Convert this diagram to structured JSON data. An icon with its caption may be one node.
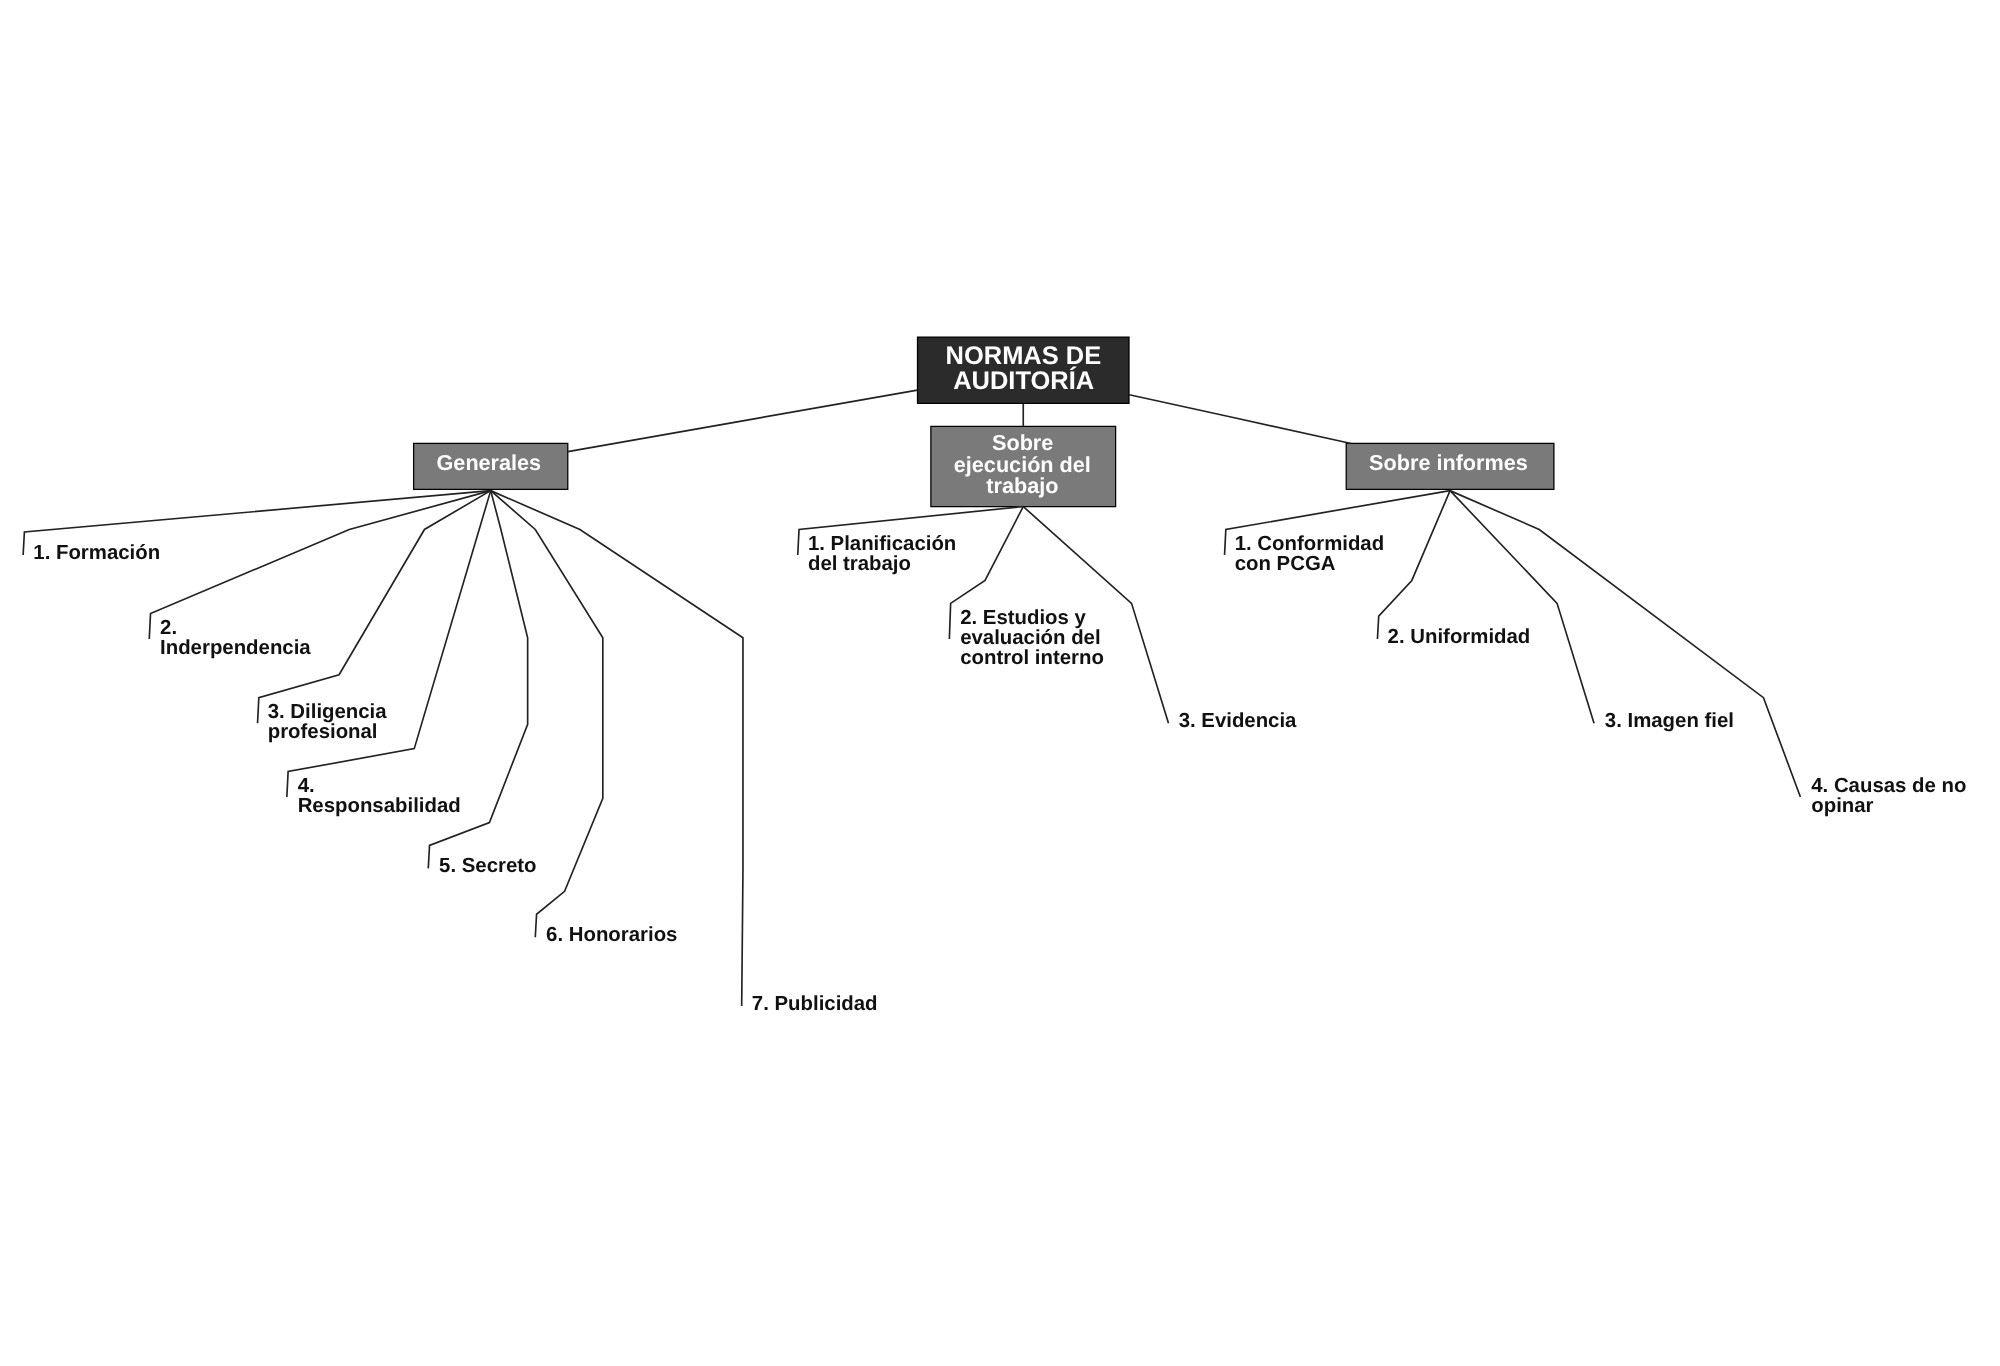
{
  "diagram": {
    "nodes": [
      {
        "text": [
          "NORMAS DE AUDITORÍA"
        ]
      },
      {
        "text": [
          "Generales"
        ]
      },
      {
        "text": [
          "Sobre ejecución del trabajo"
        ]
      },
      {
        "text": [
          "Sobre informes"
        ]
      },
      {
        "text": [
          "1. Formación"
        ]
      },
      {
        "text": [
          "2. Inderpendencia"
        ]
      },
      {
        "text": [
          "3. Diligencia profesional"
        ]
      },
      {
        "text": [
          "4. Responsabilidad"
        ]
      },
      {
        "text": [
          "5. Secreto"
        ]
      },
      {
        "text": [
          "6. Honorarios"
        ]
      },
      {
        "text": [
          "7. Publicidad"
        ]
      },
      {
        "text": [
          "1. Planificación del trabajo"
        ]
      },
      {
        "text": [
          "2. Estudios y evaluación del control interno"
        ]
      },
      {
        "text": [
          "3. Evidencia"
        ]
      },
      {
        "text": [
          "1. Conformidad con PCGA"
        ]
      },
      {
        "text": [
          "2. Uniformidad"
        ]
      },
      {
        "text": [
          "3. Imagen fiel"
        ]
      },
      {
        "text": [
          "4. Causas de no opinar"
        ]
      }
    ],
    "edges": [
      {
        "from": 0,
        "to": 1,
        "arrow": "none"
      },
      {
        "from": 0,
        "to": 2,
        "arrow": "none"
      },
      {
        "from": 0,
        "to": 3,
        "arrow": "none"
      },
      {
        "from": 1,
        "to": 4,
        "arrow": "none"
      },
      {
        "from": 1,
        "to": 5,
        "arrow": "none"
      },
      {
        "from": 1,
        "to": 6,
        "arrow": "none"
      },
      {
        "from": 1,
        "to": 7,
        "arrow": "none"
      },
      {
        "from": 1,
        "to": 8,
        "arrow": "none"
      },
      {
        "from": 1,
        "to": 9,
        "arrow": "none"
      },
      {
        "from": 1,
        "to": 10,
        "arrow": "none"
      },
      {
        "from": 2,
        "to": 11,
        "arrow": "none"
      },
      {
        "from": 2,
        "to": 12,
        "arrow": "none"
      },
      {
        "from": 2,
        "to": 13,
        "arrow": "none"
      },
      {
        "from": 3,
        "to": 14,
        "arrow": "none"
      },
      {
        "from": 3,
        "to": 15,
        "arrow": "none"
      },
      {
        "from": 3,
        "to": 16,
        "arrow": "none"
      },
      {
        "from": 3,
        "to": 17,
        "arrow": "none"
      }
    ]
  }
}
